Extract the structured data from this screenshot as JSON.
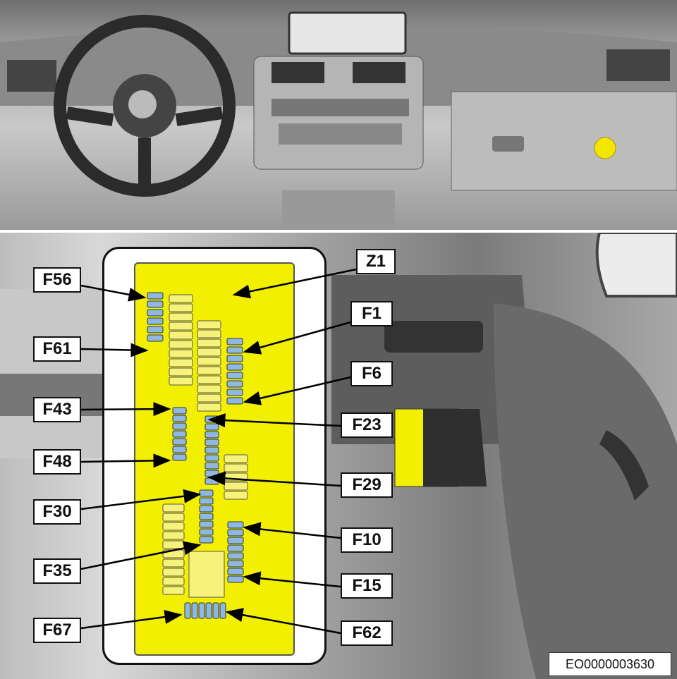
{
  "title": "Fuse box location - glove box",
  "labels": {
    "F56": "F56",
    "F61": "F61",
    "F43": "F43",
    "F48": "F48",
    "F30": "F30",
    "F35": "F35",
    "F67": "F67",
    "Z1": "Z1",
    "F1": "F1",
    "F6": "F6",
    "F23": "F23",
    "F29": "F29",
    "F10": "F10",
    "F15": "F15",
    "F62": "F62"
  },
  "image_code": "EO0000003630",
  "colors": {
    "board": "#f2f000",
    "fuse": "#8fb8e0",
    "marker": "#f5e600"
  }
}
